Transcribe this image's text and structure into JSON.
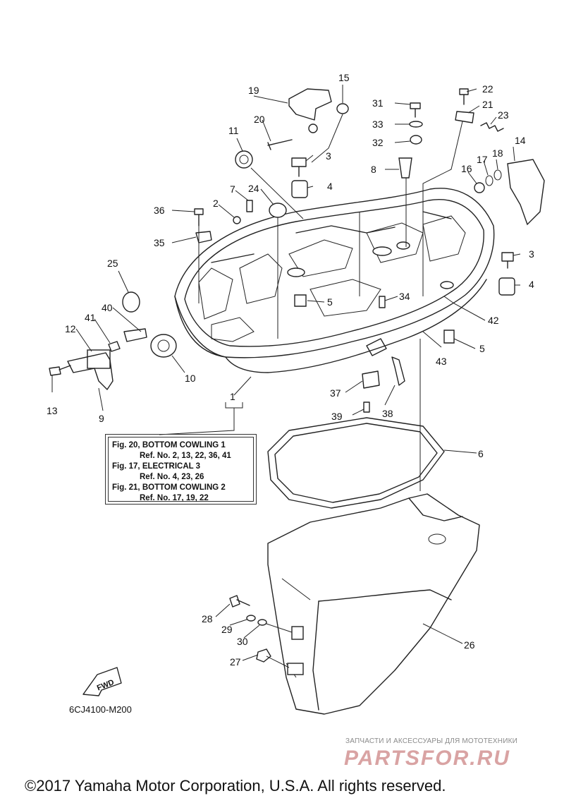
{
  "diagram": {
    "callouts": {
      "c1": "1",
      "c2": "2",
      "c3a": "3",
      "c3b": "3",
      "c4a": "4",
      "c4b": "4",
      "c5a": "5",
      "c5b": "5",
      "c6": "6",
      "c7": "7",
      "c8": "8",
      "c9": "9",
      "c10": "10",
      "c11": "11",
      "c12": "12",
      "c13": "13",
      "c14": "14",
      "c15": "15",
      "c16": "16",
      "c17": "17",
      "c18": "18",
      "c19": "19",
      "c20": "20",
      "c21": "21",
      "c22": "22",
      "c23": "23",
      "c24": "24",
      "c25": "25",
      "c26": "26",
      "c27": "27",
      "c28": "28",
      "c29": "29",
      "c30": "30",
      "c31": "31",
      "c32": "32",
      "c33": "33",
      "c34": "34",
      "c35": "35",
      "c36": "36",
      "c37": "37",
      "c38": "38",
      "c39": "39",
      "c40": "40",
      "c41": "41",
      "c42": "42",
      "c43": "43"
    },
    "fwd_label": "FWD",
    "drawing_number": "6CJ4100-M200"
  },
  "reference_box": {
    "lines": [
      "Fig. 20, BOTTOM COWLING 1",
      "Ref. No. 2, 13, 22, 36, 41",
      "Fig. 17, ELECTRICAL 3",
      "Ref. No. 4, 23, 26",
      "Fig. 21, BOTTOM COWLING 2",
      "Ref. No. 17, 19, 22"
    ]
  },
  "watermark": {
    "caption": "ЗАПЧАСТИ И АКСЕССУАРЫ ДЛЯ МОТОТЕХНИКИ",
    "logo": "PARTSFOR.RU"
  },
  "footer": {
    "copyright": "©2017 Yamaha Motor Corporation, U.S.A. All rights reserved."
  }
}
